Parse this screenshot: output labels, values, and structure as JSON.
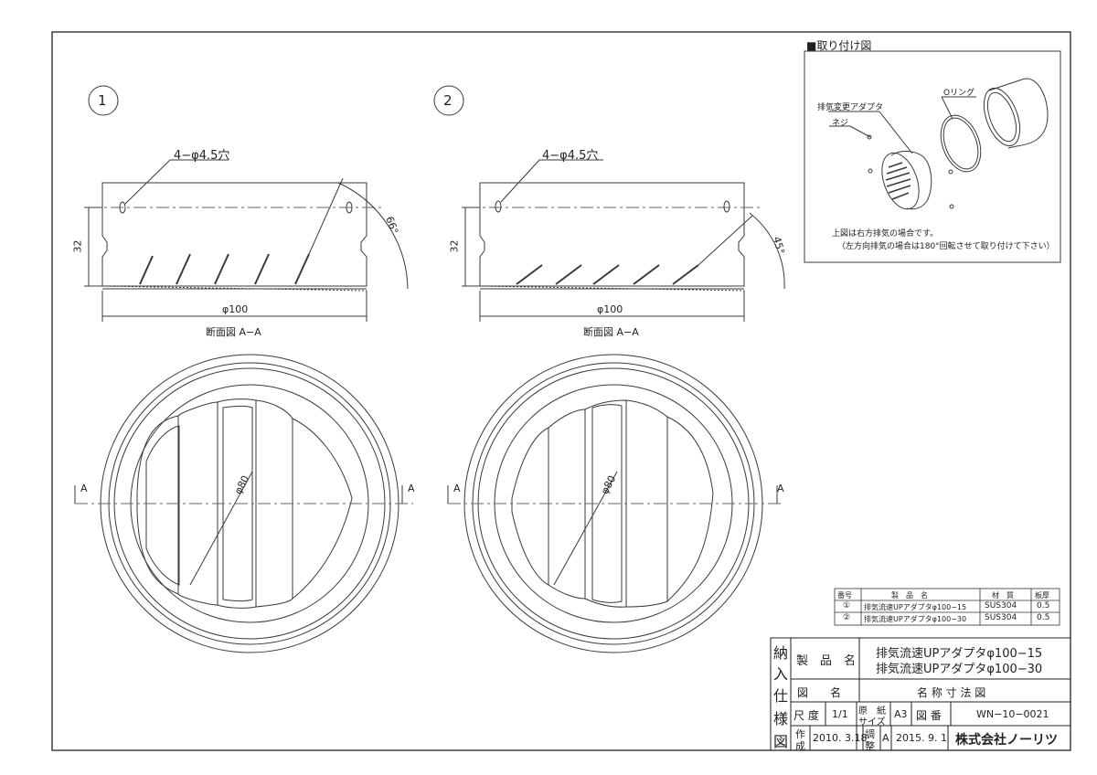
{
  "views": [
    {
      "number": "1",
      "hole_note": "4−φ4.5穴",
      "height_dim": "32",
      "angle_dim": "66°",
      "width_dim": "φ100",
      "section_label": "断面図 A−A",
      "inner_dim": "φ80",
      "section_marker": "A"
    },
    {
      "number": "2",
      "hole_note": "4−φ4.5穴",
      "height_dim": "32",
      "angle_dim": "45°",
      "width_dim": "φ100",
      "section_label": "断面図 A−A",
      "inner_dim": "φ80",
      "section_marker": "A"
    }
  ],
  "install": {
    "title": "■取り付け図",
    "adapter_label": "排気変更アダプタ",
    "screw_label": "ネジ",
    "oring_label": "Oリング",
    "note1": "上図は右方排気の場合です。",
    "note2": "（左方向排気の場合は180°回転させて取り付けて下さい）"
  },
  "parts_table": {
    "headers": [
      "番号",
      "製　品　名",
      "材　質",
      "板厚"
    ],
    "rows": [
      [
        "①",
        "排気流速UPアダプタφ100−15",
        "SUS304",
        "0.5"
      ],
      [
        "②",
        "排気流速UPアダプタφ100−30",
        "SUS304",
        "0.5"
      ]
    ]
  },
  "title_block": {
    "side_label": [
      "納",
      "入",
      "仕",
      "様",
      "図"
    ],
    "product_name_label": "製　品　名",
    "product_name_1": "排気流速UPアダプタφ100−15",
    "product_name_2": "排気流速UPアダプタφ100−30",
    "drawing_name_label": "図　　名",
    "drawing_name": "名 称 寸 法 図",
    "scale_label": "尺 度",
    "scale": "1/1",
    "paper_label_1": "原　紙",
    "paper_label_2": "サイズ",
    "paper_size": "A3",
    "drawing_no_label": "図 番",
    "drawing_no": "WN−10−0021",
    "created_label_1": "作",
    "created_label_2": "成",
    "created_date": "2010. 3.18",
    "adjusted_label_1": "調",
    "adjusted_label_2": "整",
    "revision": "A",
    "adjusted_date": "2015. 9. 1",
    "company": "株式会社ノーリツ"
  },
  "colors": {
    "line": "#3a3a3a",
    "center_line": "#666666",
    "frame": "#222222"
  }
}
